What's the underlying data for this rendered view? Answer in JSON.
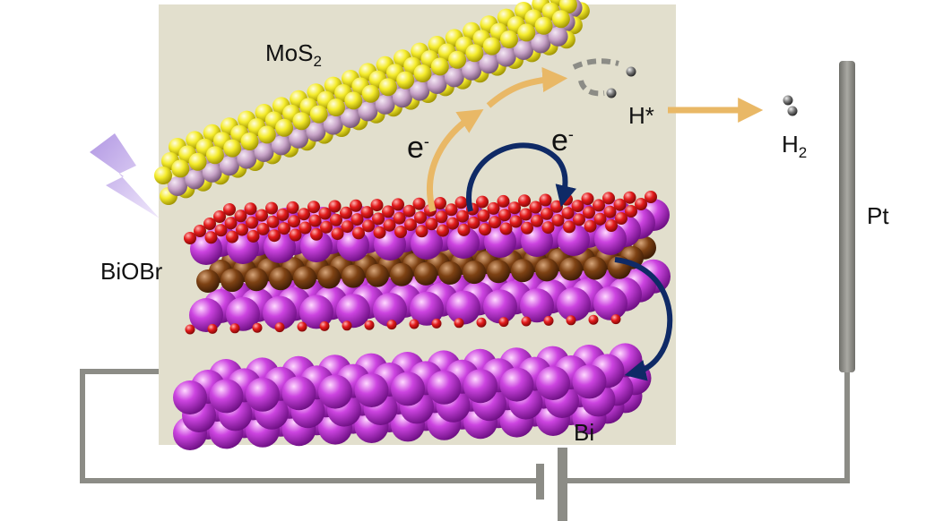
{
  "labels": {
    "mos2_main": "MoS",
    "mos2_sub": "2",
    "h_star": "H*",
    "h2_main": "H",
    "h2_sub": "2",
    "pt": "Pt",
    "biobr": "BiOBr",
    "bi": "Bi",
    "electron_left_base": "e",
    "electron_left_sup": "-",
    "electron_right_base": "e",
    "electron_right_sup": "-"
  },
  "colors": {
    "panel": "#e2dfcd",
    "sulfur": "#f2ea1a",
    "molybdenum": "#c9a6c9",
    "oxygen": "#e01818",
    "bromine": "#7a3f12",
    "bismuth": "#c43ad9",
    "arrow_electron": "#e9b866",
    "arrow_transfer": "#0f2a66",
    "wire": "#8c8c86",
    "light": "#c7a6ec"
  },
  "icons": [
    "light-bolt-icon",
    "hydrogen-atom-icon",
    "battery-icon"
  ]
}
